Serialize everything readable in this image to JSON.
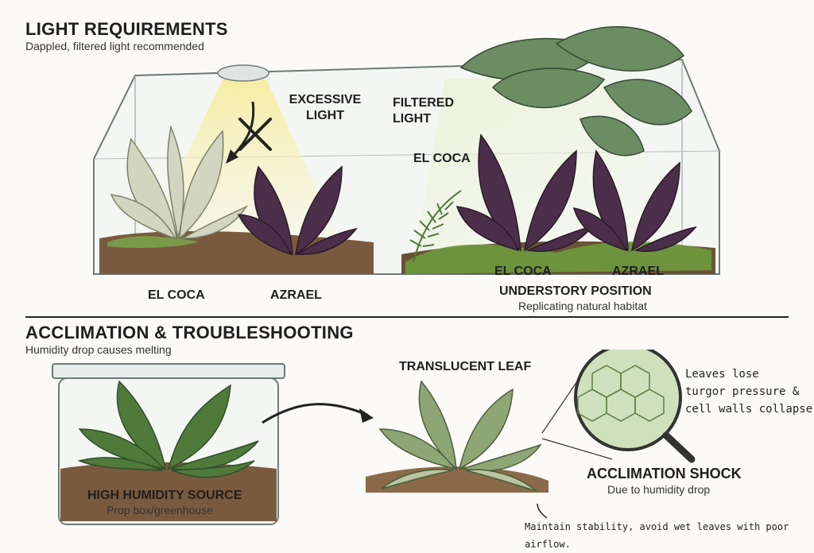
{
  "top": {
    "title": "LIGHT REQUIREMENTS",
    "subtitle": "Dappled, filtered light recommended",
    "excessive_light": "EXCESSIVE\nLIGHT",
    "filtered_light": "FILTERED\nLIGHT",
    "left_plant_1": "EL COCA",
    "left_plant_2": "AZRAEL",
    "right_plant_upper": "EL COCA",
    "right_plant_1": "EL COCA",
    "right_plant_2": "AZRAEL",
    "understory": "UNDERSTORY POSITION",
    "understory_sub": "Replicating natural habitat"
  },
  "bottom": {
    "title": "ACCLIMATION & TROUBLESHOOTING",
    "subtitle": "Humidity drop causes melting",
    "source_label": "HIGH HUMIDITY SOURCE",
    "source_sub": "Prop box/greenhouse",
    "translucent_leaf": "TRANSLUCENT LEAF",
    "note_line1": "Leaves lose",
    "note_line2": "turgor pressure &",
    "note_line3": "cell walls collapse",
    "shock_label": "ACCLIMATION SHOCK",
    "shock_sub": "Due to humidity drop",
    "footer_note": "Maintain stability, avoid wet leaves with poor airflow."
  },
  "colors": {
    "leaf_green": "#4f7a3a",
    "leaf_dark": "#2f4f2a",
    "leaf_purple": "#4b2f4a",
    "leaf_pale": "#c9cdb4",
    "soil": "#7a5a3e",
    "light_beam": "#f4e9a8"
  }
}
